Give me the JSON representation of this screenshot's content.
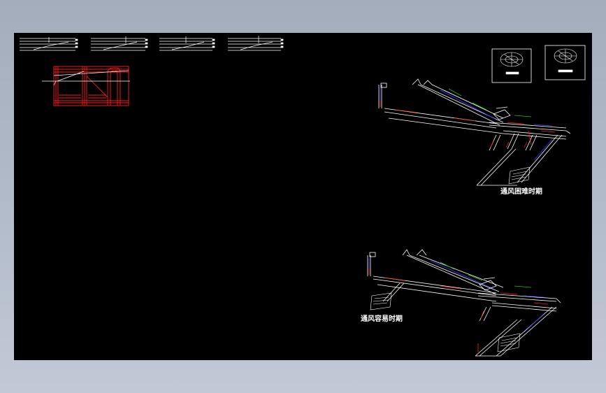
{
  "app": {
    "canvas_background": "#000000",
    "chrome_background": "#b0b9c8"
  },
  "drawings": {
    "thumbnail_count": 4,
    "view_top": {
      "caption": "通风困难时期"
    },
    "view_bottom": {
      "caption": "通风容易时期"
    }
  },
  "colors": {
    "line_white": "#ffffff",
    "line_red": "#ff2020",
    "line_blue": "#3a3aff",
    "line_green": "#20c020",
    "frame_red": "#ff0000"
  },
  "icons": {
    "legend_box_1": "section-legend-icon",
    "legend_box_2": "section-legend-icon"
  }
}
